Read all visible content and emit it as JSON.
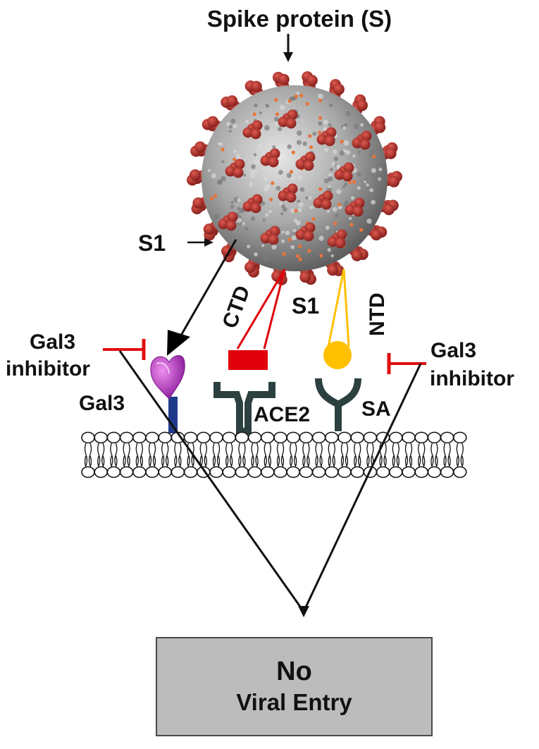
{
  "labels": {
    "spike_protein": "Spike protein (S)",
    "s1_left": "S1",
    "s1_right": "S1",
    "ctd": "CTD",
    "ntd": "NTD",
    "gal3_inhibitor_left": [
      "Gal3",
      "inhibitor"
    ],
    "gal3_inhibitor_right": [
      "Gal3",
      "inhibitor"
    ],
    "gal3": "Gal3",
    "ace2": "ACE2",
    "sa": "SA"
  },
  "result": {
    "line1": "No",
    "line2": "Viral Entry"
  },
  "colors": {
    "virus_body": "#a9a9a9",
    "spike": "#b5302c",
    "spike_dot": "#e8743b",
    "ctd_domain": "#e0000b",
    "ntd_domain": "#ffc000",
    "inhibitor": "#e01010",
    "gal3_head": "#cc33cc",
    "gal3_stalk": "#1f3a8a",
    "receptor": "#2d4040",
    "result_box": "#bcbcbc"
  }
}
